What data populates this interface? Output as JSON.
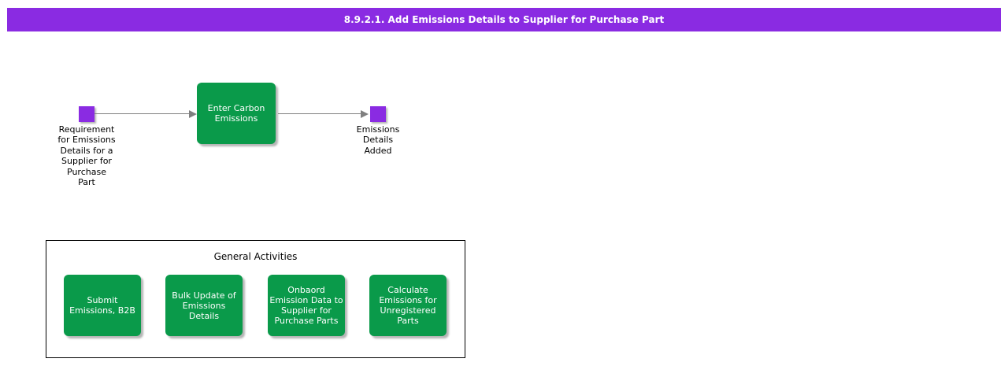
{
  "colors": {
    "header_purple": "#8A2BE2",
    "event_purple": "#8A2BE2",
    "activity_green": "#0A9A4A",
    "arrow_gray": "#808080",
    "panel_border": "#000000",
    "background": "#ffffff",
    "activity_text": "#ffffff",
    "label_text": "#000000"
  },
  "header": {
    "title": "8.9.2.1. Add Emissions Details to Supplier for Purchase Part"
  },
  "flow": {
    "start_event": {
      "label": "Requirement\nfor Emissions\nDetails for a\nSupplier for\nPurchase\nPart"
    },
    "activity": {
      "label": "Enter Carbon\nEmissions"
    },
    "end_event": {
      "label": "Emissions\nDetails\nAdded"
    }
  },
  "general_activities": {
    "title": "General Activities",
    "buttons": [
      {
        "label": "Submit\nEmissions, B2B"
      },
      {
        "label": "Bulk Update of\nEmissions\nDetails"
      },
      {
        "label": "Onbaord\nEmission Data to\nSupplier for\nPurchase Parts"
      },
      {
        "label": "Calculate\nEmissions for\nUnregistered\nParts"
      }
    ]
  }
}
